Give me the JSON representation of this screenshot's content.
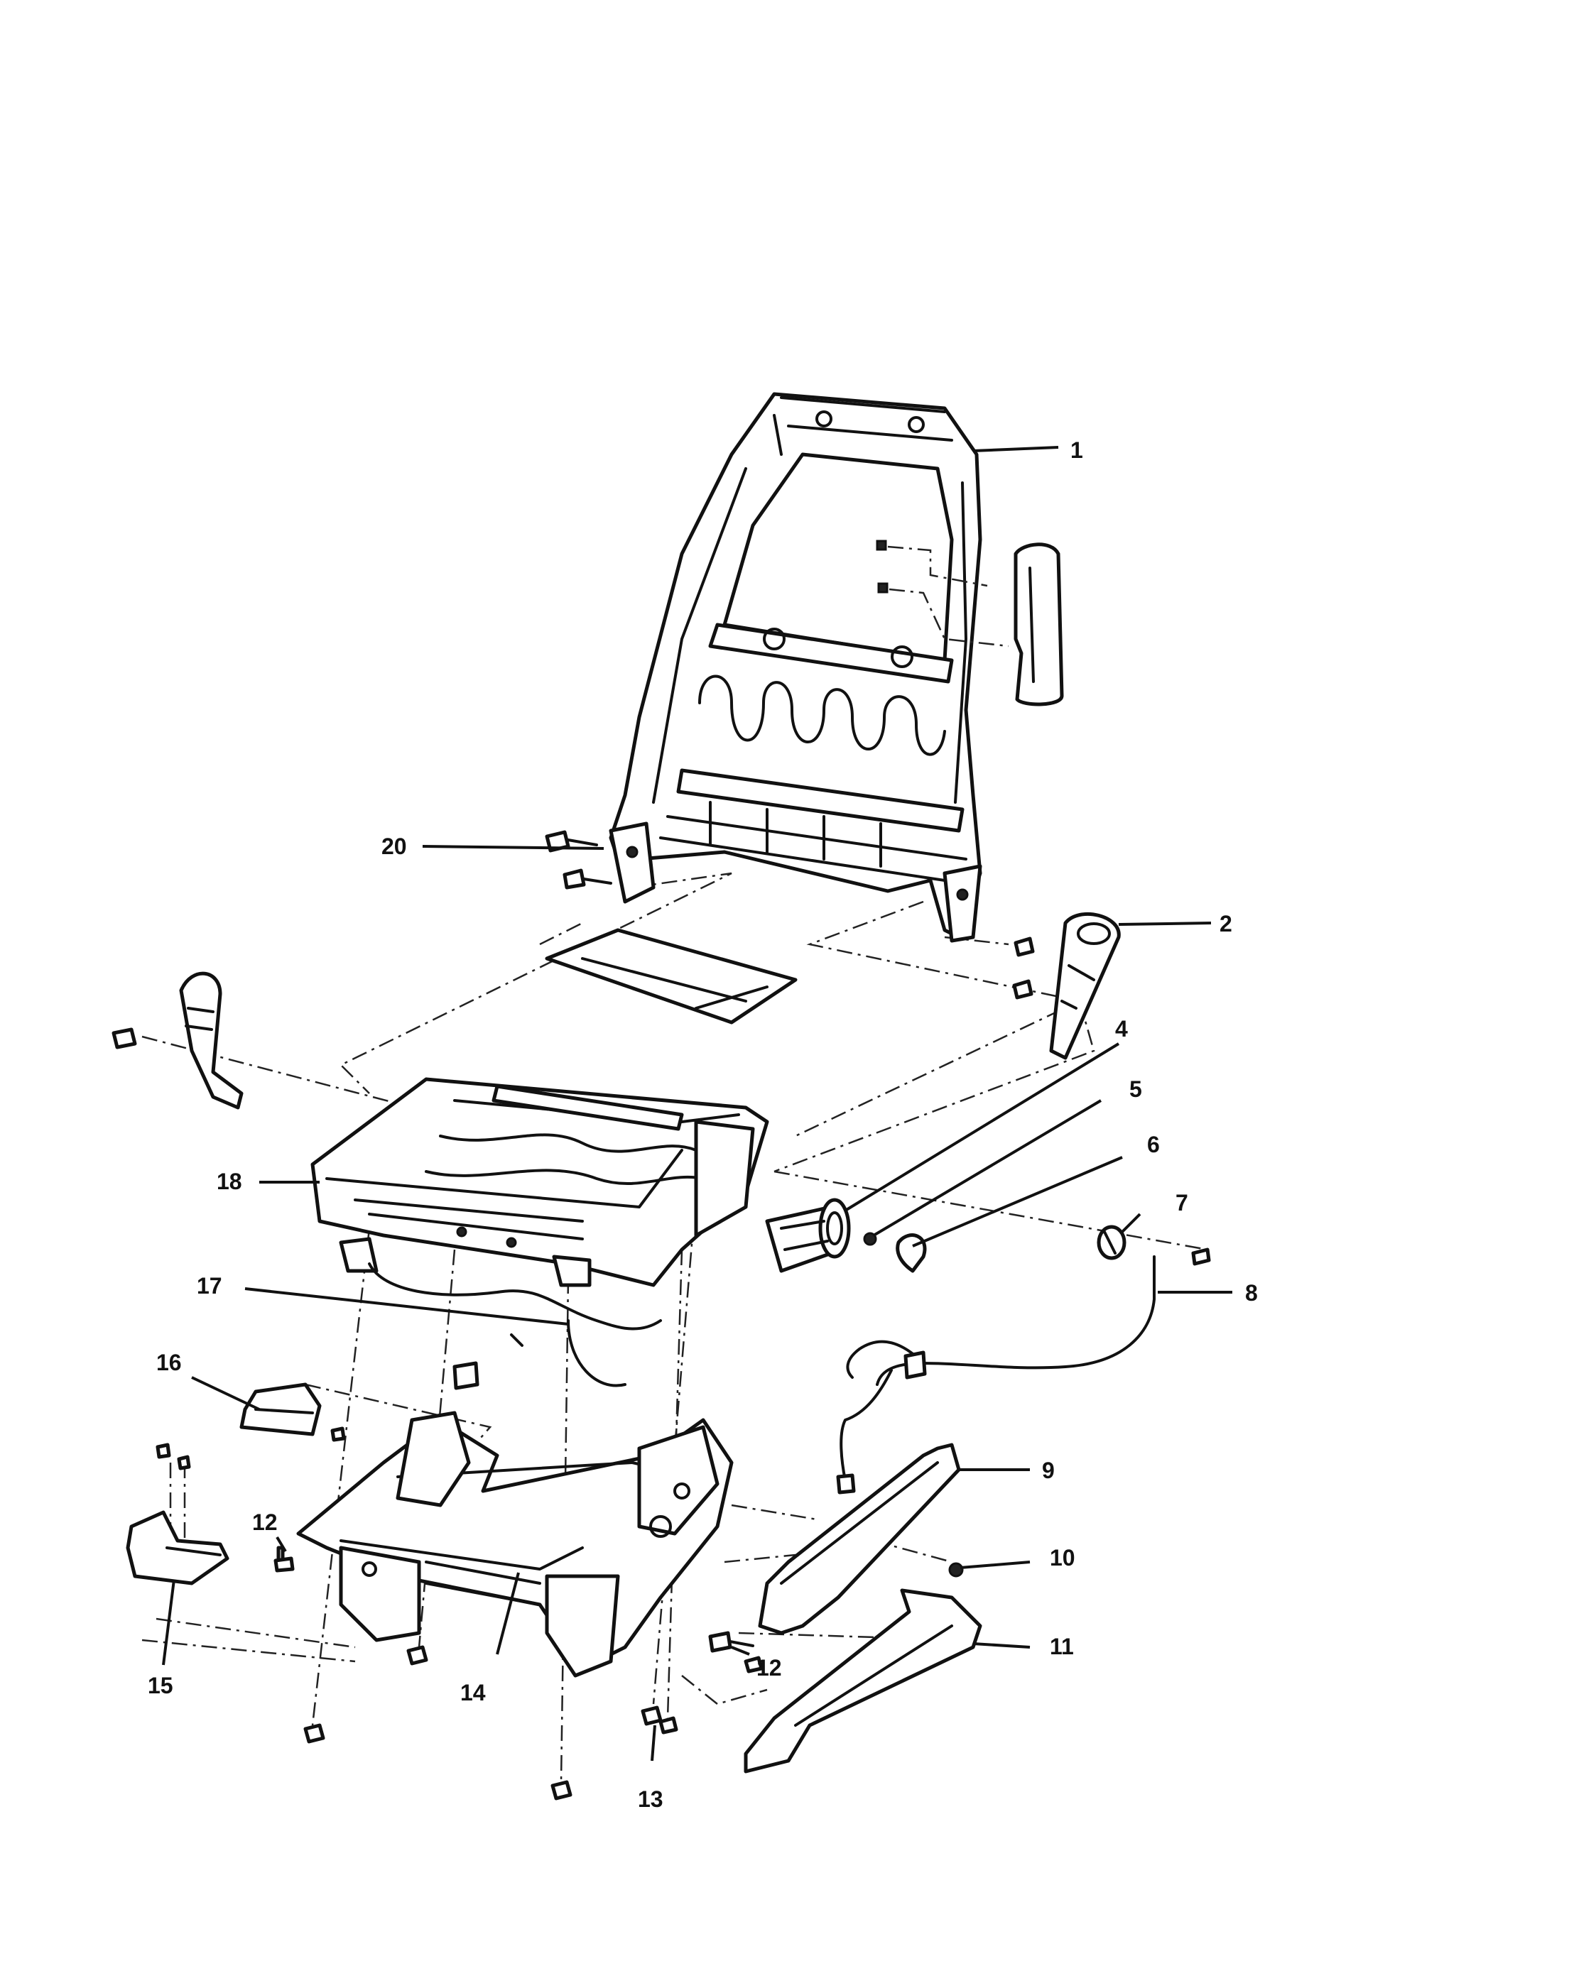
{
  "callouts": {
    "c1": "1",
    "c2": "2",
    "c4": "4",
    "c5": "5",
    "c6": "6",
    "c7": "7",
    "c8": "8",
    "c9": "9",
    "c10": "10",
    "c11": "11",
    "c12a": "12",
    "c12b": "12",
    "c13": "13",
    "c14": "14",
    "c15": "15",
    "c16": "16",
    "c17": "17",
    "c18": "18",
    "c20": "20"
  },
  "colors": {
    "line": "#111111",
    "background": "#ffffff"
  }
}
